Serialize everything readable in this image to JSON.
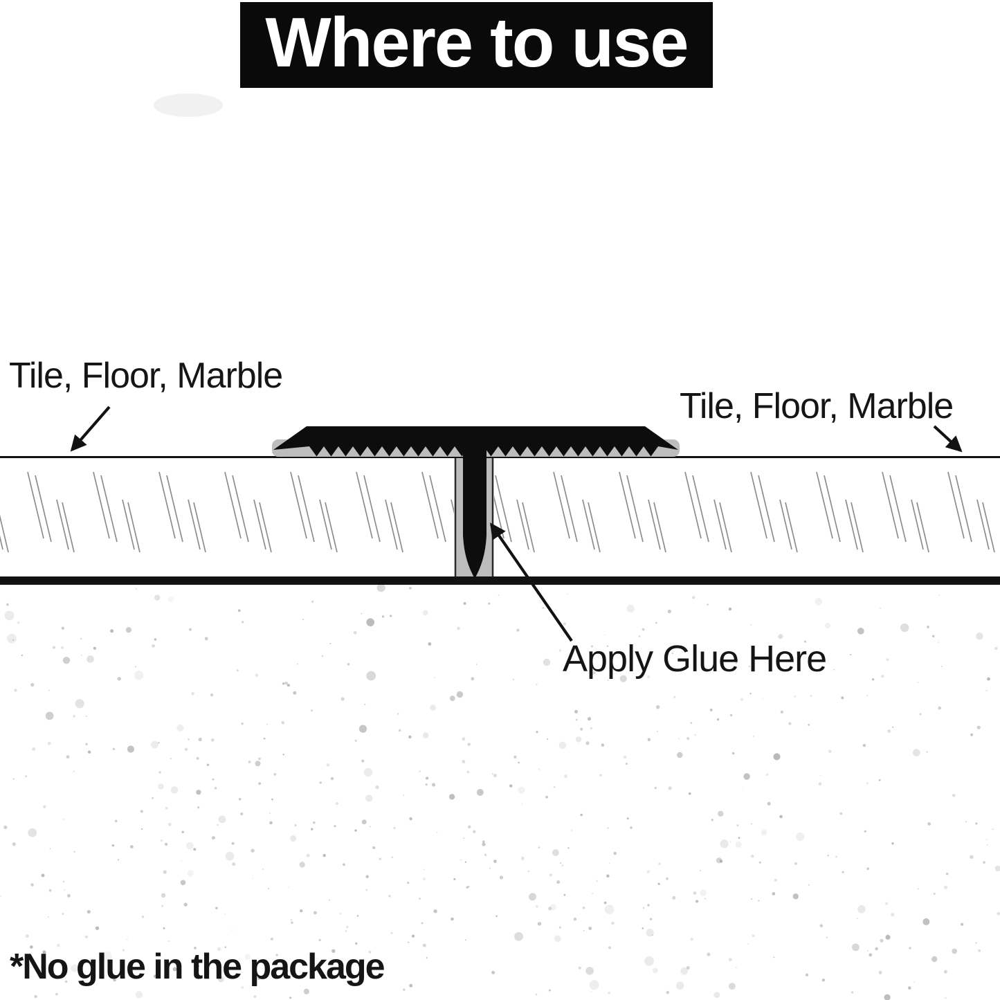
{
  "title": "Where to use",
  "diagram": {
    "left_tile_label": "Tile, Floor, Marble",
    "right_tile_label": "Tile, Floor, Marble",
    "glue_label": "Apply Glue Here",
    "footnote": "*No glue in the package"
  },
  "colors": {
    "title_bg": "#0a0a0a",
    "title_fg": "#ffffff",
    "molding_black": "#0d0d0d",
    "shadow_gray": "#bdbdbd",
    "line_black": "#121212",
    "hatch_gray": "#8d8d8d",
    "speckle_gray": "#8a8a8a",
    "text_color": "#151515"
  }
}
